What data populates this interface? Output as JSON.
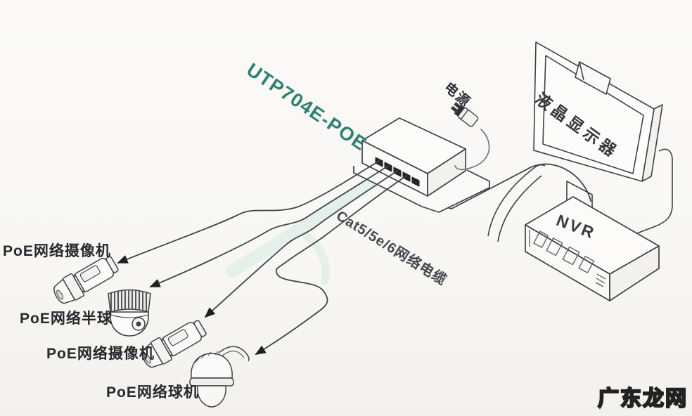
{
  "diagram": {
    "switch": {
      "model_label": "UTP704E-POE"
    },
    "power_label": "电源",
    "monitor_label": "液晶显示器",
    "nvr_label": "NVR",
    "cable_label": "Cat5/5e/6网络电缆",
    "cameras": [
      {
        "label": "PoE网络摄像机",
        "type": "bullet"
      },
      {
        "label": "PoE网络半球",
        "type": "dome"
      },
      {
        "label": "PoE网络摄像机",
        "type": "bullet"
      },
      {
        "label": "PoE网络球机",
        "type": "ptz-ball"
      }
    ],
    "watermark": "广东龙网"
  },
  "colors": {
    "background": "#f8f7f4",
    "sketch_line": "#3d4147",
    "model_text": "#2e8170",
    "cable_tint": "#d9ece5",
    "label_text": "#26282c",
    "watermark_fill": "#ffffff",
    "watermark_outline": "#222222"
  }
}
